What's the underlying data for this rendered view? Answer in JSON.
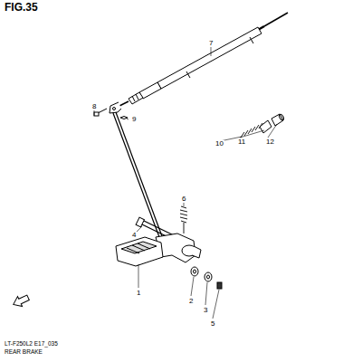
{
  "diagram": {
    "labels": [
      "FIG.35",
      "7",
      "8",
      "9",
      "11",
      "12",
      "10",
      "6",
      "4",
      "1",
      "2",
      "3",
      "5",
      "LT-F250L2 E17_035",
      "REAR BRAKE"
    ]
  }
}
